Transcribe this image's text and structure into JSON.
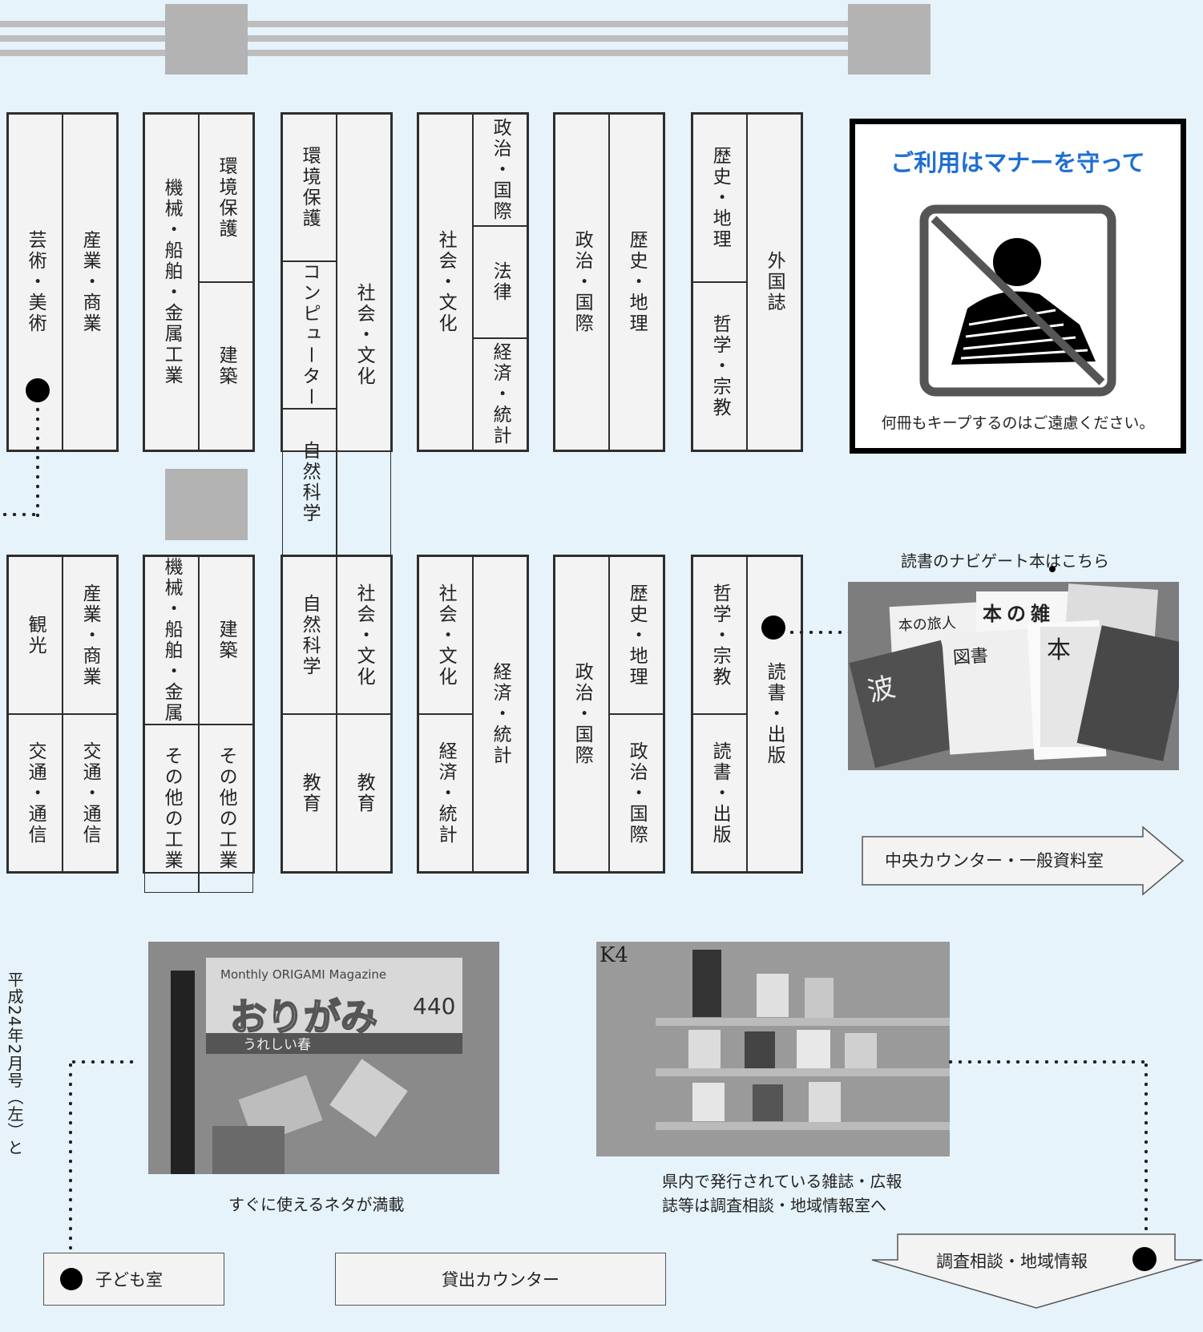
{
  "colors": {
    "background": "#e6f3fb",
    "accent": "#1f6fd1",
    "shelf": "#f3f3f3",
    "pillar": "#b3b3b3"
  },
  "top_shelves": [
    {
      "cols": [
        [
          "芸術・美術"
        ],
        [
          "産業・商業"
        ]
      ]
    },
    {
      "cols": [
        [
          "機械・船舶・金属工業"
        ],
        [
          "環境保護",
          "建築"
        ]
      ]
    },
    {
      "cols": [
        [
          "環境保護",
          "コンピューター",
          "自然科学"
        ],
        [
          "社会・文化"
        ]
      ]
    },
    {
      "cols": [
        [
          "社会・文化"
        ],
        [
          "政治・国際",
          "法律",
          "経済・統計"
        ]
      ]
    },
    {
      "cols": [
        [
          "政治・国際"
        ],
        [
          "歴史・地理"
        ]
      ]
    },
    {
      "cols": [
        [
          "歴史・地理",
          "哲学・宗教"
        ],
        [
          "外国誌"
        ]
      ]
    }
  ],
  "bottom_shelves": [
    {
      "cols": [
        [
          "観光",
          "交通・通信"
        ],
        [
          "産業・商業",
          "交通・通信"
        ]
      ]
    },
    {
      "cols": [
        [
          "機械・船舶・金属",
          "その他の工業"
        ],
        [
          "建築",
          "その他の工業"
        ]
      ]
    },
    {
      "cols": [
        [
          "自然科学",
          "教育"
        ],
        [
          "社会・文化",
          "教育"
        ]
      ]
    },
    {
      "cols": [
        [
          "社会・文化",
          "経済・統計"
        ],
        [
          "経済・統計"
        ]
      ]
    },
    {
      "cols": [
        [
          "政治・国際"
        ],
        [
          "歴史・地理",
          "政治・国際"
        ]
      ]
    },
    {
      "cols": [
        [
          "哲学・宗教",
          "読書・出版"
        ],
        [
          "読書・出版"
        ]
      ]
    }
  ],
  "manner_sign": {
    "title": "ご利用はマナーを守って",
    "note": "何冊もキープするのはご遠慮ください。"
  },
  "navigate": {
    "caption": "読書のナビゲート本はこちら",
    "book1": "本の旅人",
    "book2": "本の雑誌",
    "book3": "図書",
    "book4": "本",
    "book5": "波"
  },
  "central_counter": "中央カウンター・一般資料室",
  "origami": {
    "caption": "すぐに使えるネタが満載",
    "magazine_en": "Monthly ORIGAMI Magazine",
    "magazine_jp": "おりがみ",
    "issue": "440",
    "feature": "うれしい春"
  },
  "local_mag": {
    "caption_line1": "県内で発行されている雑誌・広報",
    "caption_line2": "誌等は調査相談・地域情報室へ",
    "shelf_tag": "K4"
  },
  "kids_room": "子ども室",
  "lending_counter": "貸出カウンター",
  "research": "調査相談・地域情報",
  "side_note": "平成24年2月号（左）と"
}
